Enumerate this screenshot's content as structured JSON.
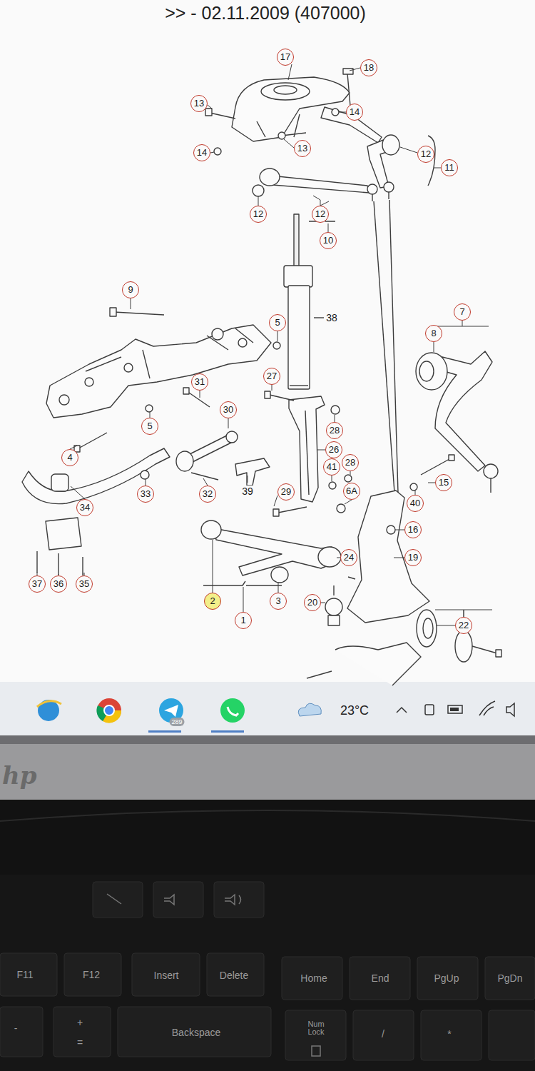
{
  "diagram": {
    "labels": [
      ">> - 02.11.2009 (407000)",
      "17",
      "18",
      "13",
      "14",
      "13",
      "14",
      "12",
      "11",
      "12",
      "12",
      "10",
      "9",
      "5",
      "38",
      "7",
      "8",
      "31",
      "27",
      "30",
      "5",
      "28",
      "26",
      "4",
      "41",
      "28",
      "6A",
      "15",
      "33",
      "32",
      "39",
      "29",
      "40",
      "34",
      "16",
      "24",
      "19",
      "20",
      "2",
      "3",
      "1",
      "22",
      "37",
      "36",
      "35",
      "289",
      "23°C",
      "hp",
      "F11",
      "F12",
      "Insert",
      "Delete",
      "Home",
      "End",
      "PgUp",
      "PgDn",
      "+",
      "=",
      "-",
      "Backspace",
      "Num Lock",
      "/",
      "*"
    ]
  }
}
